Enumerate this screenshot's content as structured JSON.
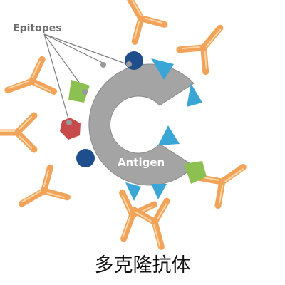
{
  "labels": {
    "epitopes": "Epitopes",
    "antigen": "Antigen",
    "title": "多克隆抗体"
  },
  "colors": {
    "antibody": "#f2a35a",
    "antibody_light": "#f8c58c",
    "antigen": "#a4a4a4",
    "epitope_navy": "#1f4e8c",
    "epitope_blue": "#3aa6d6",
    "epitope_green": "#8cc152",
    "epitope_red": "#c74b4b",
    "pointer": "#7d7d7d"
  }
}
